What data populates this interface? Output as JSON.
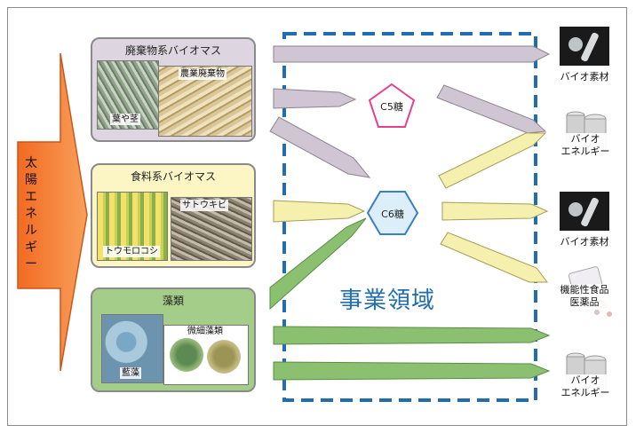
{
  "source_label": [
    "太",
    "陽",
    "エ",
    "ネ",
    "ル",
    "ギ",
    "ー"
  ],
  "biomass": {
    "waste": {
      "title": "廃棄物系バイオマス",
      "photo1_label": "葉や茎",
      "photo2_label": "農業廃棄物"
    },
    "food": {
      "title": "食料系バイオマス",
      "photo1_label": "トウモロコシ",
      "photo2_label": "サトウキビ"
    },
    "algae": {
      "title": "藻類",
      "photo1_label": "藍藻",
      "photo2_label": "微細藻類"
    }
  },
  "sugars": {
    "c5": "C5糖",
    "c6": "C6糖"
  },
  "business_domain": "事業領域",
  "outputs": [
    {
      "line1": "バイオ素材",
      "line2": ""
    },
    {
      "line1": "バイオ",
      "line2": "エネルギー"
    },
    {
      "line1": "バイオ素材",
      "line2": ""
    },
    {
      "line1": "機能性食品",
      "line2": "医薬品"
    },
    {
      "line1": "バイオ",
      "line2": "エネルギー"
    }
  ],
  "colors": {
    "waste_box": "#ddd5df",
    "food_box": "#fbf6c4",
    "algae_box": "#a4cd8a",
    "waste_arrow": "#d0c5d2",
    "food_arrow": "#f6f0ae",
    "algae_arrow": "#8cc071",
    "sun_arrow": "#f47a30",
    "c5_border": "#e8408c",
    "c6_border": "#3a7fc2",
    "domain_border": "#1f6db3"
  }
}
